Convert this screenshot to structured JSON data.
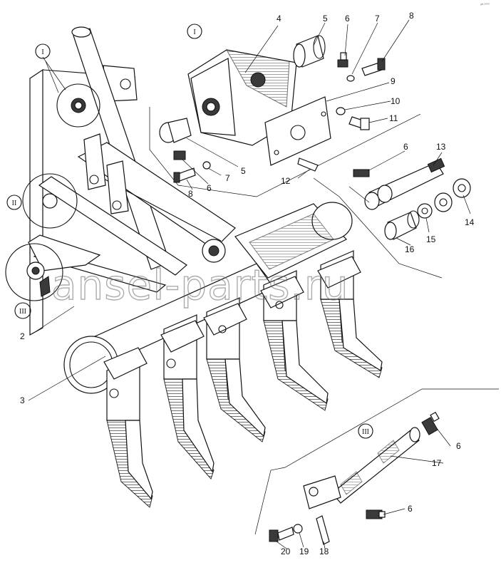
{
  "corner_mark": "ᵍᴺ ²⁰⁰⁰",
  "watermark": "ansel-parts.ru",
  "views": {
    "view1": "I",
    "view2": "II",
    "view3": "III"
  },
  "callouts": {
    "p1": "I",
    "p2": "II",
    "p3": "III",
    "n2": "2",
    "n3": "3",
    "n4": "4",
    "n5a": "5",
    "n6a": "6",
    "n7a": "7",
    "n8a": "8",
    "n9": "9",
    "n10": "10",
    "n11": "11",
    "n5b": "5",
    "n6b": "6",
    "n7b": "7",
    "n8b": "8",
    "n12": "12",
    "n6c": "6",
    "n13": "13",
    "n14": "14",
    "n15": "15",
    "n16": "16",
    "n17": "17",
    "n6d": "6",
    "n6e": "6",
    "n18": "18",
    "n19": "19",
    "n20": "20"
  }
}
